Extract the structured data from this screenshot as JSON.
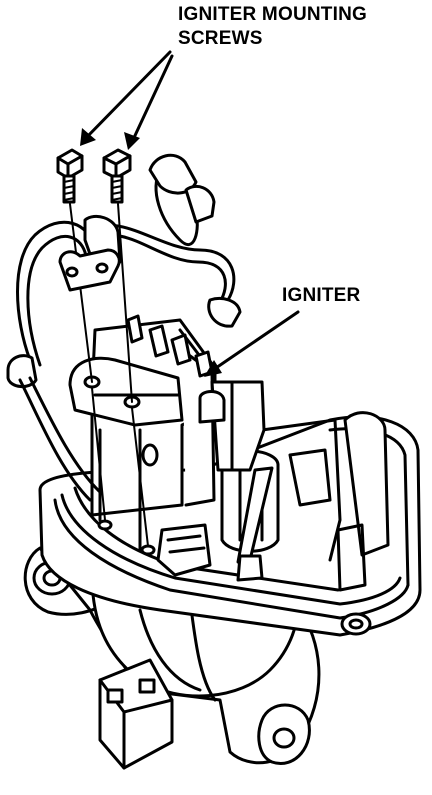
{
  "labels": {
    "screws_line1": "IGNITER MOUNTING",
    "screws_line2": "SCREWS",
    "igniter": "IGNITER"
  },
  "colors": {
    "ink": "#000000",
    "paper": "#ffffff"
  }
}
